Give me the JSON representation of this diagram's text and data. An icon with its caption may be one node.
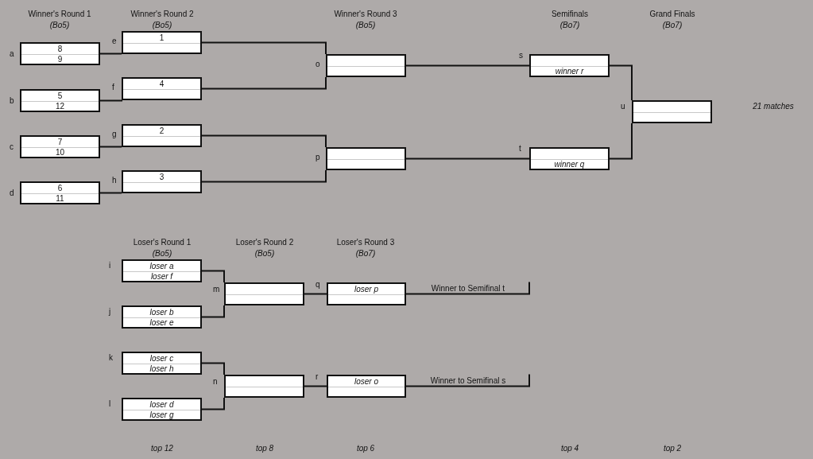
{
  "diagram": {
    "nodes": [
      {
        "text": [
          "8",
          "9"
        ],
        "beside": [
          "a"
        ]
      },
      {
        "text": [
          "5",
          "12"
        ],
        "beside": [
          "b"
        ]
      },
      {
        "text": [
          "7",
          "10"
        ],
        "beside": [
          "c"
        ]
      },
      {
        "text": [
          "6",
          "11"
        ],
        "beside": [
          "d"
        ]
      },
      {
        "text": [
          "1"
        ],
        "beside": [
          "e"
        ]
      },
      {
        "text": [
          "4"
        ],
        "beside": [
          "f"
        ]
      },
      {
        "text": [
          "2"
        ],
        "beside": [
          "g"
        ]
      },
      {
        "text": [
          "3"
        ],
        "beside": [
          "h"
        ]
      },
      {
        "text": [],
        "shape": "box",
        "beside": [
          "o"
        ]
      },
      {
        "text": [],
        "shape": "box",
        "beside": [
          "p"
        ]
      },
      {
        "text": [
          "winner r"
        ],
        "beside": [
          "s"
        ]
      },
      {
        "text": [
          "winner q"
        ],
        "beside": [
          "t"
        ]
      },
      {
        "text": [],
        "shape": "box",
        "beside": [
          "u"
        ]
      },
      {
        "text": [
          "loser a",
          "loser f"
        ],
        "beside": [
          "i"
        ]
      },
      {
        "text": [
          "loser b",
          "loser e"
        ],
        "beside": [
          "j"
        ]
      },
      {
        "text": [
          "loser c",
          "loser h"
        ],
        "beside": [
          "k"
        ]
      },
      {
        "text": [
          "loser d",
          "loser g"
        ],
        "beside": [
          "l"
        ]
      },
      {
        "text": [],
        "shape": "box",
        "beside": [
          "m"
        ]
      },
      {
        "text": [],
        "shape": "box",
        "beside": [
          "n"
        ]
      },
      {
        "text": [
          "loser p"
        ],
        "beside": [
          "q"
        ]
      },
      {
        "text": [
          "loser o"
        ],
        "beside": [
          "r"
        ]
      }
    ],
    "edges": [
      {
        "from": 0,
        "to": 4,
        "arrow": "none"
      },
      {
        "from": 1,
        "to": 5,
        "arrow": "none"
      },
      {
        "from": 2,
        "to": 6,
        "arrow": "none"
      },
      {
        "from": 3,
        "to": 7,
        "arrow": "none"
      },
      {
        "from": 4,
        "to": 8,
        "arrow": "none"
      },
      {
        "from": 5,
        "to": 8,
        "arrow": "none"
      },
      {
        "from": 6,
        "to": 9,
        "arrow": "none"
      },
      {
        "from": 7,
        "to": 9,
        "arrow": "none"
      },
      {
        "from": 8,
        "to": 10,
        "arrow": "none"
      },
      {
        "from": 9,
        "to": 11,
        "arrow": "none"
      },
      {
        "from": 10,
        "to": 12,
        "arrow": "none"
      },
      {
        "from": 11,
        "to": 12,
        "arrow": "none"
      },
      {
        "from": 13,
        "to": 17,
        "arrow": "none"
      },
      {
        "from": 14,
        "to": 17,
        "arrow": "none"
      },
      {
        "from": 15,
        "to": 18,
        "arrow": "none"
      },
      {
        "from": 16,
        "to": 18,
        "arrow": "none"
      },
      {
        "from": 17,
        "to": 19,
        "arrow": "none"
      },
      {
        "from": 18,
        "to": 20,
        "arrow": "none"
      },
      {
        "from": 19,
        "to": null,
        "arrow": "none",
        "label": "Winner to Semifinal t"
      },
      {
        "from": 20,
        "to": null,
        "arrow": "none",
        "label": "Winner to Semifinal s"
      }
    ],
    "labels": [
      "Winner's Round 1",
      "(Bo5)",
      "Winner's Round 2",
      "(Bo5)",
      "Winner's Round 3",
      "(Bo5)",
      "Semifinals",
      "(Bo7)",
      "Grand Finals",
      "(Bo7)",
      "21 matches",
      "Loser's Round 1",
      "(Bo5)",
      "Loser's Round 2",
      "(Bo5)",
      "Loser's Round 3",
      "(Bo7)",
      "top 12",
      "top 8",
      "top 6",
      "top 4",
      "top 2"
    ]
  }
}
